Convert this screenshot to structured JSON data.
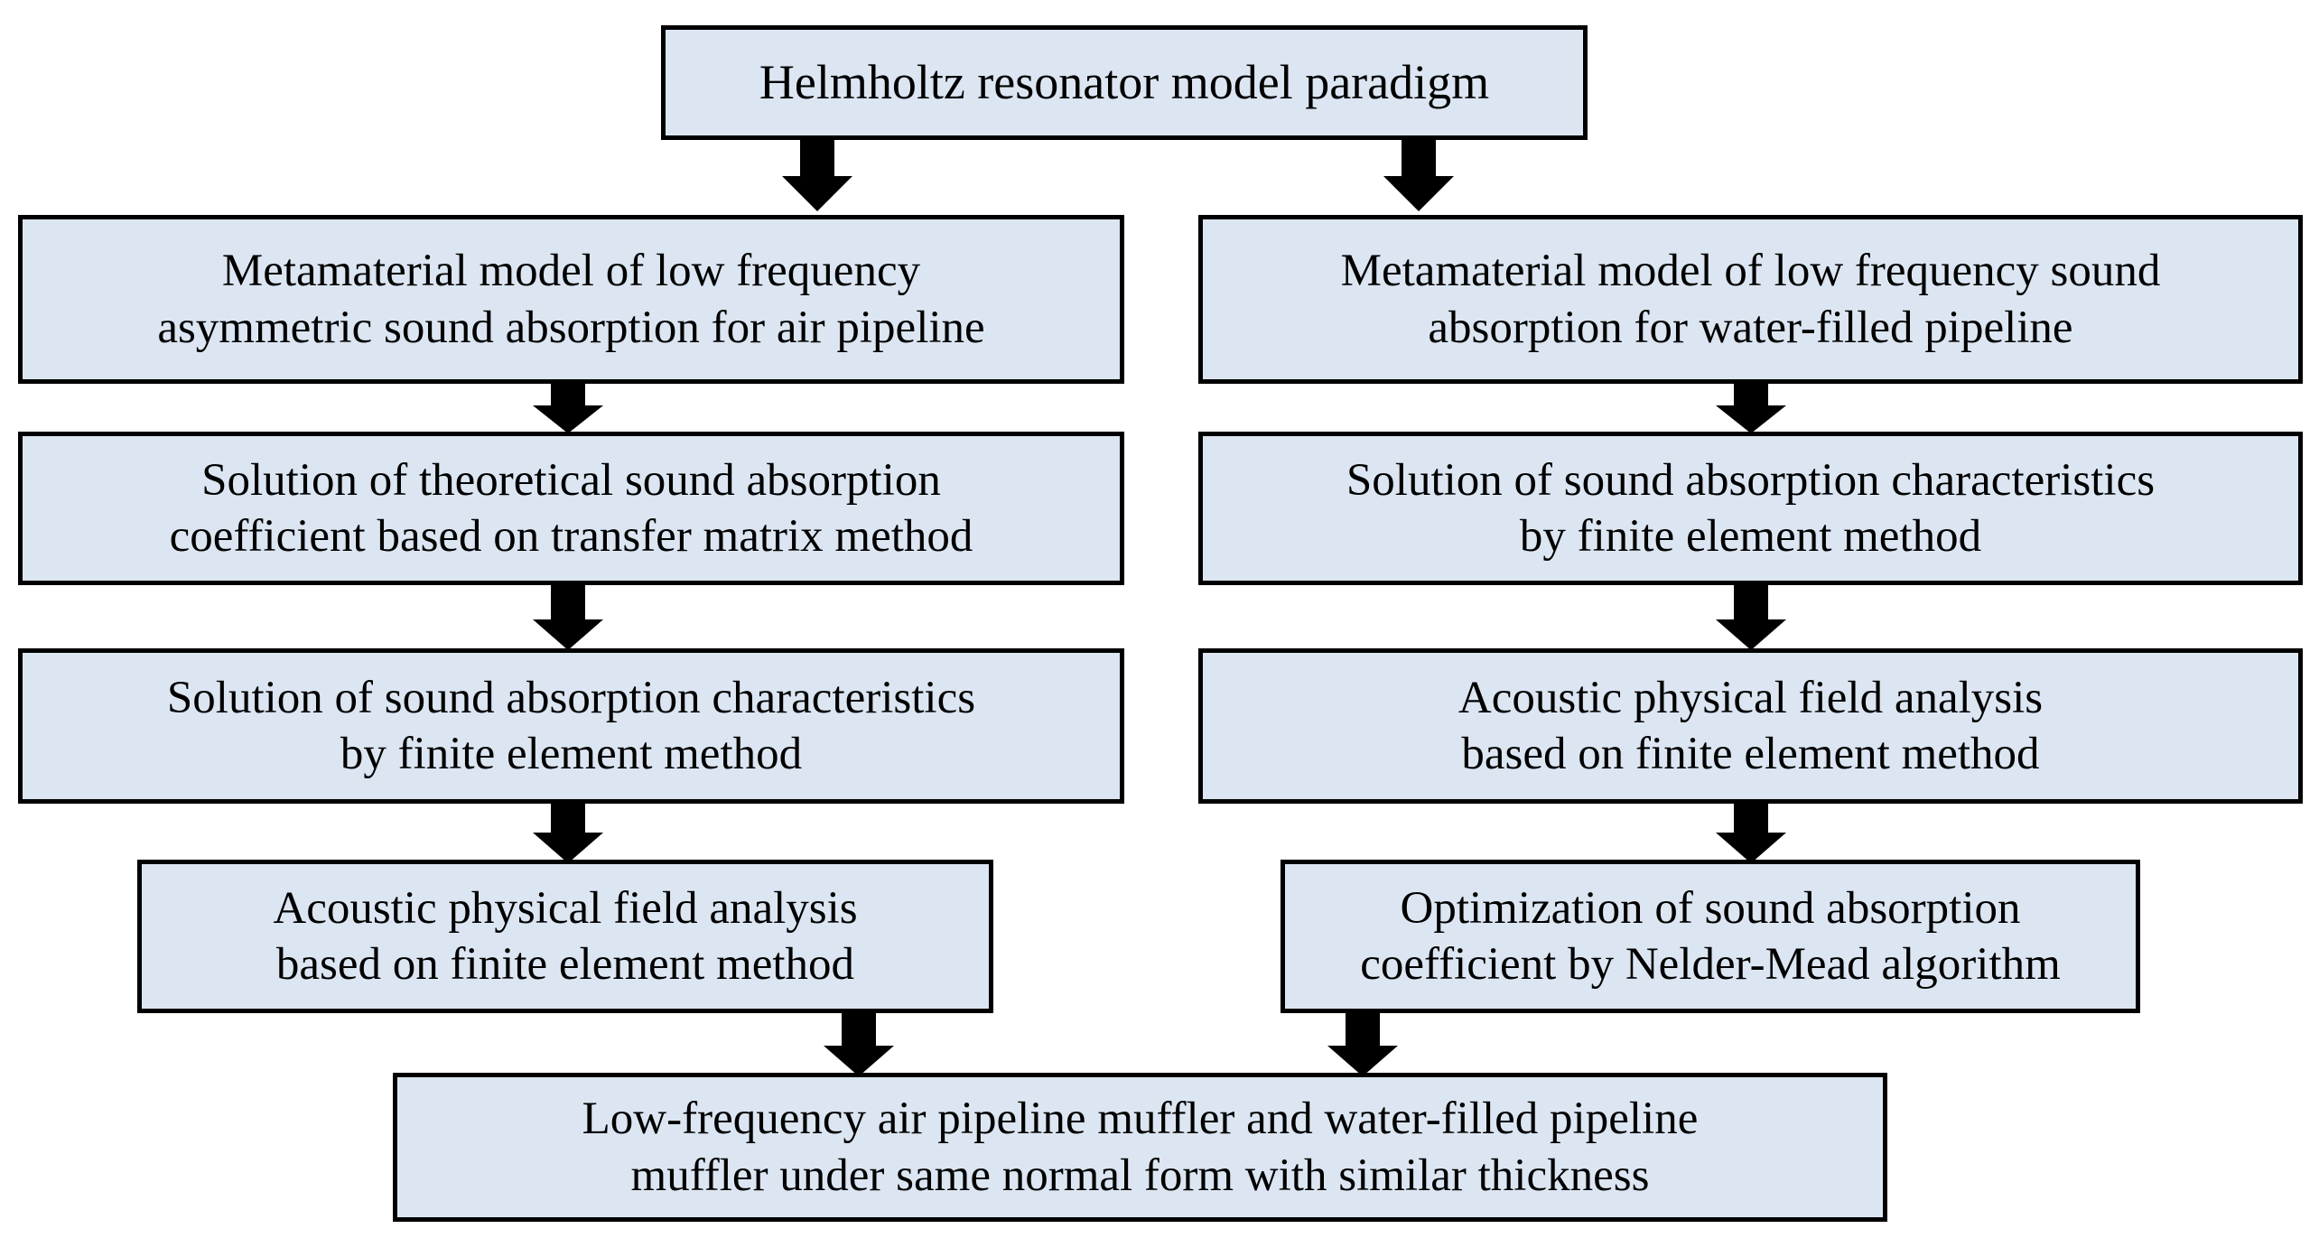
{
  "diagram": {
    "title": "Helmholtz resonator model research flowchart",
    "theme": {
      "node_fill": "#dce6f2",
      "node_border": "#000000",
      "arrow_color": "#000000",
      "page_background": "#ffffff",
      "text_color": "#000000"
    },
    "nodes": [
      {
        "id": "root",
        "label": "Helmholtz resonator model paradigm"
      },
      {
        "id": "left-1",
        "label": "Metamaterial model of low frequency\nasymmetric sound absorption for air pipeline"
      },
      {
        "id": "right-1",
        "label": "Metamaterial model of low frequency sound\nabsorption for water-filled pipeline"
      },
      {
        "id": "left-2",
        "label": "Solution of theoretical sound absorption\ncoefficient based on transfer matrix method"
      },
      {
        "id": "right-2",
        "label": "Solution of sound absorption characteristics\nby finite element method"
      },
      {
        "id": "left-3",
        "label": "Solution of sound absorption characteristics\nby finite element method"
      },
      {
        "id": "right-3",
        "label": "Acoustic physical field analysis\nbased on finite element method"
      },
      {
        "id": "left-4",
        "label": "Acoustic physical field analysis\nbased on finite element method"
      },
      {
        "id": "right-4",
        "label": "Optimization of sound absorption\ncoefficient by Nelder-Mead algorithm"
      },
      {
        "id": "result",
        "label": "Low-frequency air pipeline muffler and water-filled pipeline\nmuffler under same normal form with similar thickness"
      }
    ],
    "edges": [
      {
        "id": "root-to-left-1",
        "from": "root",
        "to": "left-1"
      },
      {
        "id": "root-to-right-1",
        "from": "root",
        "to": "right-1"
      },
      {
        "id": "left-1-to-left-2",
        "from": "left-1",
        "to": "left-2"
      },
      {
        "id": "left-2-to-left-3",
        "from": "left-2",
        "to": "left-3"
      },
      {
        "id": "left-3-to-left-4",
        "from": "left-3",
        "to": "left-4"
      },
      {
        "id": "left-4-to-result",
        "from": "left-4",
        "to": "result"
      },
      {
        "id": "right-1-to-right-2",
        "from": "right-1",
        "to": "right-2"
      },
      {
        "id": "right-2-to-right-3",
        "from": "right-2",
        "to": "right-3"
      },
      {
        "id": "right-3-to-right-4",
        "from": "right-3",
        "to": "right-4"
      },
      {
        "id": "right-4-to-result",
        "from": "right-4",
        "to": "result"
      }
    ]
  }
}
